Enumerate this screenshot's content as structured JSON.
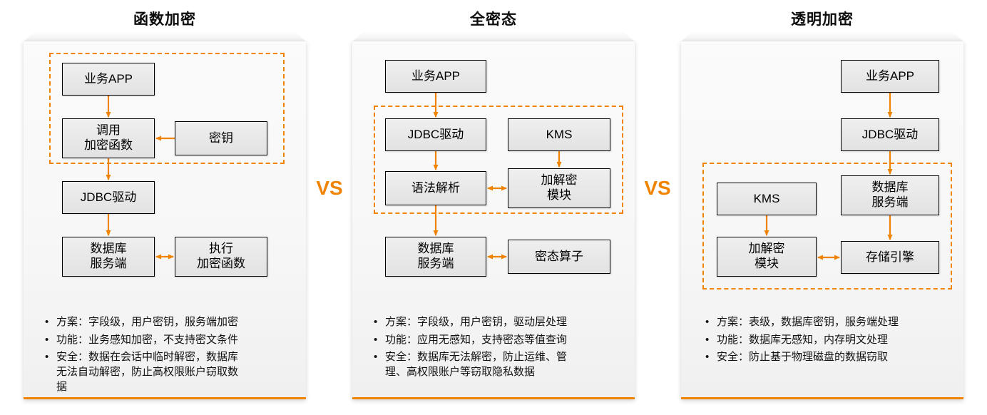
{
  "colors": {
    "accent": "#F08300",
    "node_fill": "#E9E9E9",
    "node_border": "#000000"
  },
  "vs_labels": [
    "VS",
    "VS"
  ],
  "panels": [
    {
      "title": "函数加密",
      "nodes": {
        "app": "业务APP",
        "call_encrypt_fn": "调用\n加密函数",
        "key": "密钥",
        "jdbc": "JDBC驱动",
        "db_server": "数据库\n服务端",
        "exec_encrypt_fn": "执行\n加密函数"
      },
      "bullets": [
        "方案：字段级，用户密钥，服务端加密",
        "功能：业务感知加密，不支持密文条件",
        "安全：数据在会话中临时解密，数据库无法自动解密，防止高权限账户窃取数据"
      ]
    },
    {
      "title": "全密态",
      "nodes": {
        "app": "业务APP",
        "jdbc": "JDBC驱动",
        "kms": "KMS",
        "parser": "语法解析",
        "crypto_module": "加解密\n模块",
        "db_server": "数据库\n服务端",
        "crypto_operator": "密态算子"
      },
      "bullets": [
        "方案：字段级，用户密钥，驱动层处理",
        "功能：应用无感知，支持密态等值查询",
        "安全：数据库无法解密，防止运维、管理、高权限账户等窃取隐私数据"
      ]
    },
    {
      "title": "透明加密",
      "nodes": {
        "app": "业务APP",
        "jdbc": "JDBC驱动",
        "kms": "KMS",
        "db_server": "数据库\n服务端",
        "crypto_module": "加解密\n模块",
        "storage_engine": "存储引擎"
      },
      "bullets": [
        "方案：表级，数据库密钥，服务端处理",
        "功能：数据库无感知，内存明文处理",
        "安全：防止基于物理磁盘的数据窃取"
      ]
    }
  ]
}
